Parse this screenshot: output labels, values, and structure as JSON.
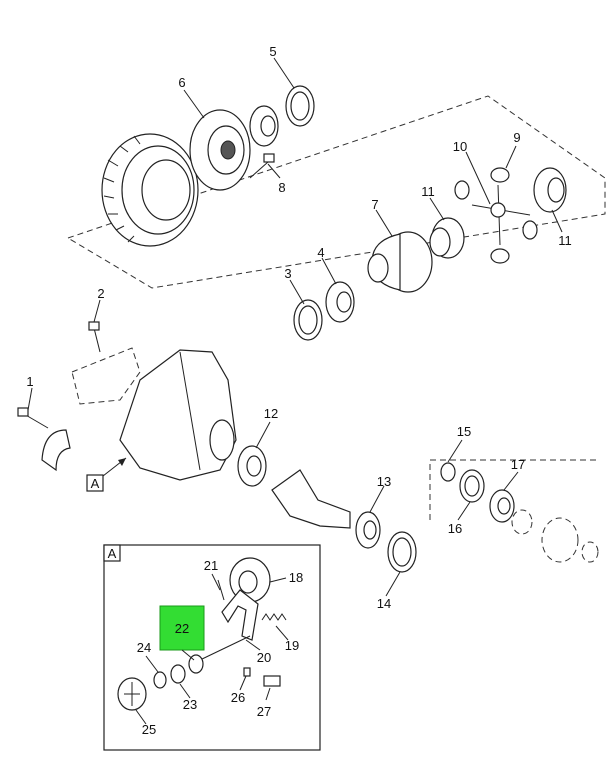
{
  "callouts": {
    "c1": "1",
    "c2": "2",
    "c3": "3",
    "c4": "4",
    "c5": "5",
    "c6": "6",
    "c7": "7",
    "c8": "8",
    "c9": "9",
    "c10": "10",
    "c11a": "11",
    "c11b": "11",
    "c12": "12",
    "c13": "13",
    "c14": "14",
    "c15": "15",
    "c16": "16",
    "c17": "17",
    "c18": "18",
    "c19": "19",
    "c20": "20",
    "c21": "21",
    "c22": "22",
    "c23": "23",
    "c24": "24",
    "c25": "25",
    "c26": "26",
    "c27": "27"
  },
  "view_letters": {
    "main_ref": "A",
    "inset_ref": "A"
  },
  "colors": {
    "highlight": "#33dd33",
    "line": "#222222"
  }
}
